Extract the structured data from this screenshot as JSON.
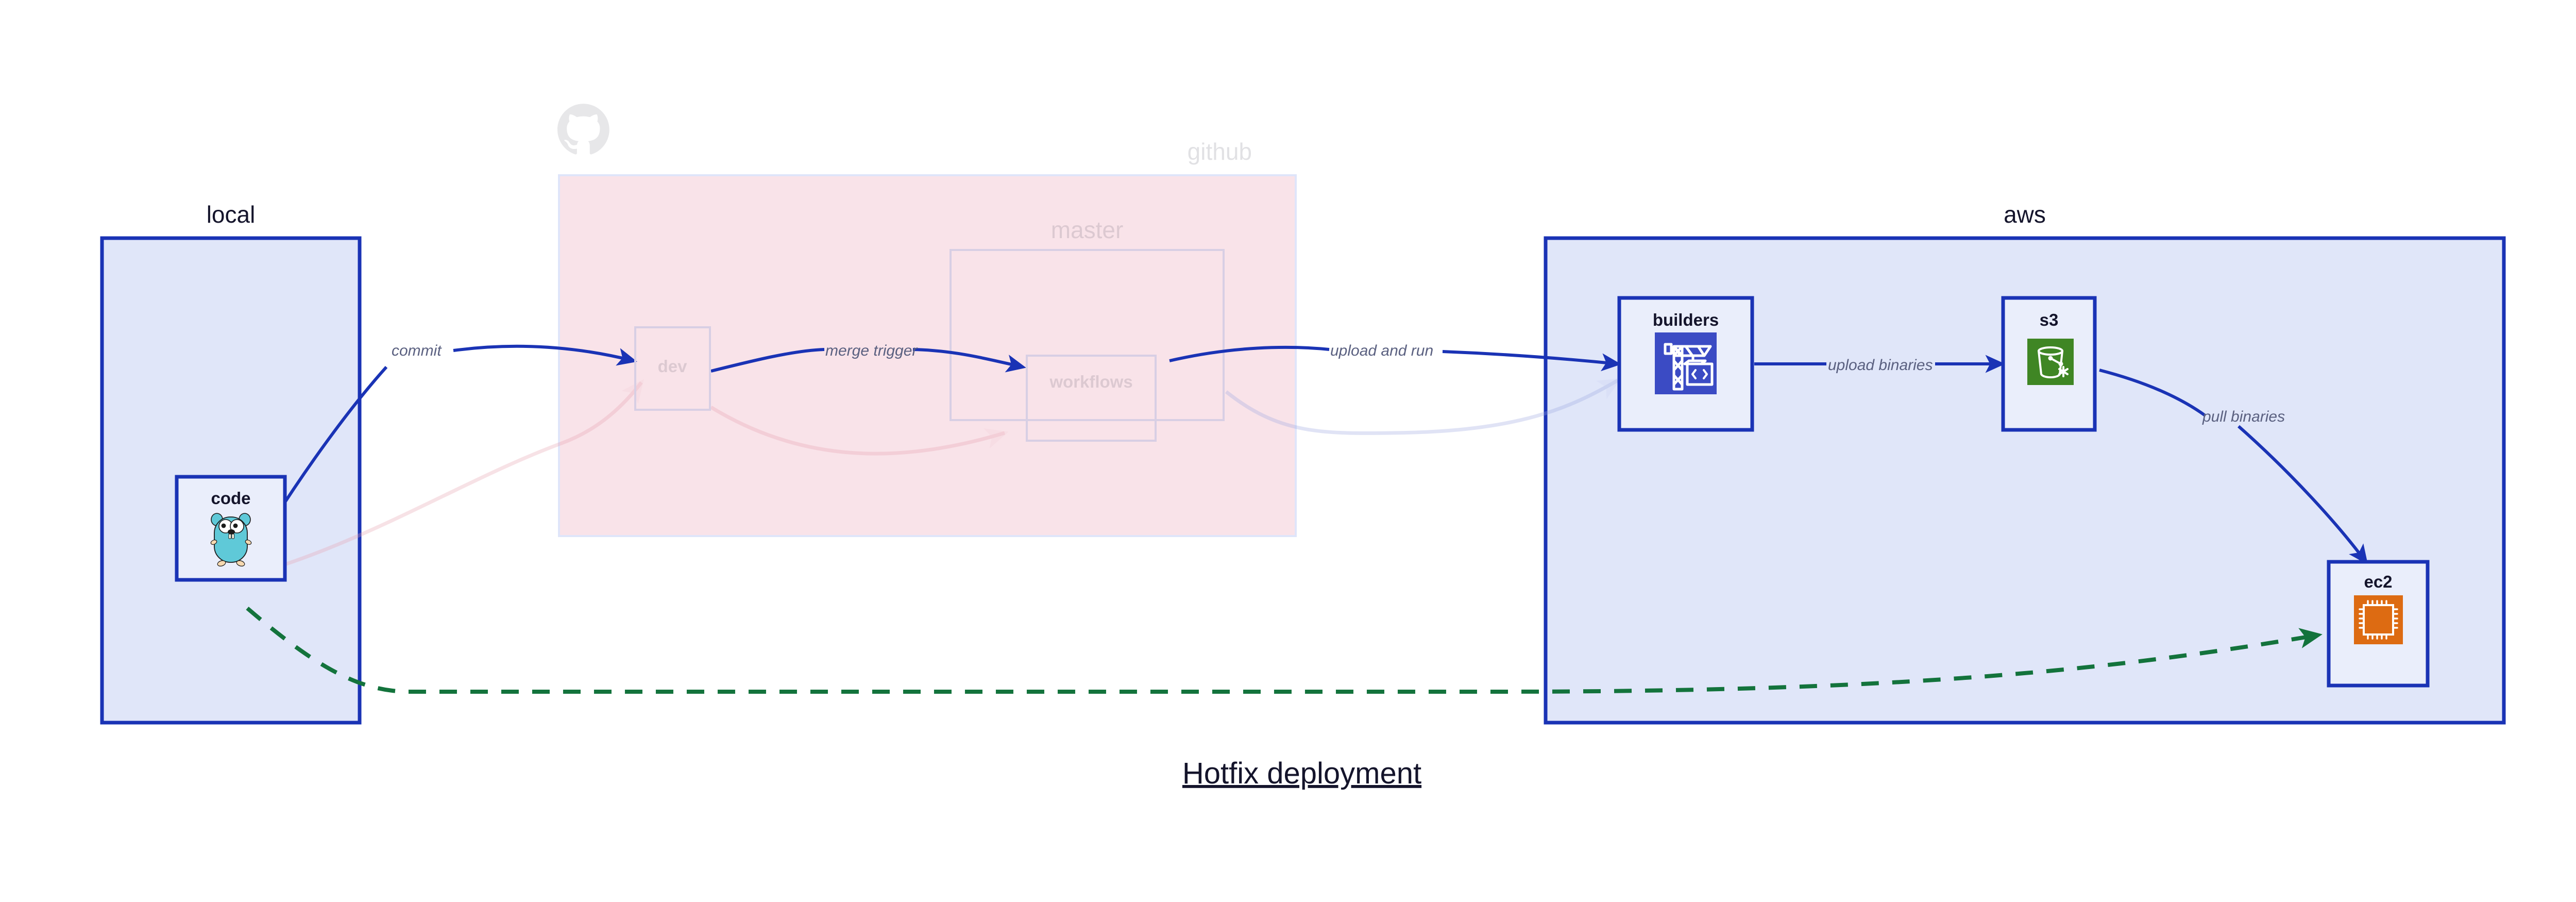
{
  "title": {
    "text": "Hotfix deployment",
    "underline": true
  },
  "colors": {
    "accent_blue": "#1a33b5",
    "cluster_fill_blue": "#e0e6f9",
    "cluster_fill_pink": "#f9e3e9",
    "node_fill": "#eaeefb",
    "dashed_green": "#13733c",
    "label_gray": "#5a6080",
    "text_dark": "#14142b",
    "icon_builders_bg": "#3b4bc4",
    "icon_s3_bg": "#3f8624",
    "icon_ec2_bg": "#dd6b12",
    "icon_gopher_body": "#5fc9d8"
  },
  "clusters": [
    {
      "id": "local",
      "label": "local",
      "faded": false,
      "style": "blue"
    },
    {
      "id": "github",
      "label": "github",
      "faded": true,
      "style": "pink"
    },
    {
      "id": "master",
      "label": "master",
      "faded": true,
      "style": "outline"
    },
    {
      "id": "aws",
      "label": "aws",
      "faded": false,
      "style": "blue"
    }
  ],
  "nodes": [
    {
      "id": "code",
      "label": "code",
      "icon": "go-gopher-icon",
      "cluster": "local",
      "faded": false
    },
    {
      "id": "dev",
      "label": "dev",
      "icon": "none",
      "cluster": "github",
      "faded": true
    },
    {
      "id": "workflows",
      "label": "workflows",
      "icon": "none",
      "cluster": "master",
      "faded": true
    },
    {
      "id": "builders",
      "label": "builders",
      "icon": "aws-codebuild-crane-icon",
      "cluster": "aws",
      "faded": false
    },
    {
      "id": "s3",
      "label": "s3",
      "icon": "aws-s3-bucket-icon",
      "cluster": "aws",
      "faded": false
    },
    {
      "id": "ec2",
      "label": "ec2",
      "icon": "aws-ec2-cpu-icon",
      "cluster": "aws",
      "faded": false
    }
  ],
  "edges": [
    {
      "id": "code-dev",
      "from": "code",
      "to": "dev",
      "label": "commit",
      "style": "solid",
      "color": "#1a33b5"
    },
    {
      "id": "dev-workflows",
      "from": "dev",
      "to": "workflows",
      "label": "merge trigger",
      "style": "solid",
      "color": "#1a33b5"
    },
    {
      "id": "workflows-builders",
      "from": "workflows",
      "to": "builders",
      "label": "upload and run",
      "style": "solid",
      "color": "#1a33b5"
    },
    {
      "id": "builders-s3",
      "from": "builders",
      "to": "s3",
      "label": "upload binaries",
      "style": "solid",
      "color": "#1a33b5"
    },
    {
      "id": "s3-ec2",
      "from": "s3",
      "to": "ec2",
      "label": "pull binaries",
      "style": "solid",
      "color": "#1a33b5"
    },
    {
      "id": "code-ec2",
      "from": "code",
      "to": "ec2",
      "label": "",
      "style": "dashed",
      "color": "#13733c"
    },
    {
      "id": "code-dev-faded",
      "from": "code",
      "to": "dev",
      "label": "",
      "style": "faded-pink",
      "color": "#e8a0ae"
    },
    {
      "id": "dev-workflows-faded",
      "from": "dev",
      "to": "workflows",
      "label": "",
      "style": "faded-pink",
      "color": "#e8a0ae"
    },
    {
      "id": "workflows-builders-faded",
      "from": "workflows",
      "to": "builders",
      "label": "",
      "style": "faded-blue",
      "color": "#9aa6e0"
    }
  ]
}
